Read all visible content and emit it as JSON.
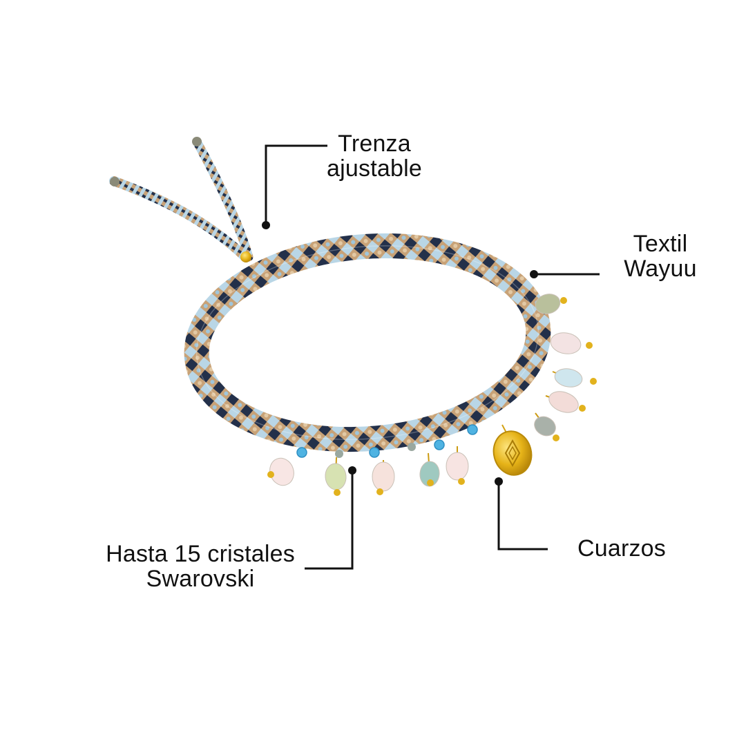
{
  "colors": {
    "background": "#ffffff",
    "text": "#111111",
    "leader_line": "#111111",
    "weave_navy": "#23304a",
    "weave_light_blue": "#b9d6e6",
    "weave_tan": "#c8a277",
    "gold": "#e2b21d",
    "swarovski_blue": "#4fb3e2"
  },
  "labels": {
    "trenza": {
      "line1": "Trenza",
      "line2": "ajustable"
    },
    "textil": {
      "line1": "Textil",
      "line2": "Wayuu"
    },
    "cuarzos": {
      "line1": "Cuarzos"
    },
    "hasta": {
      "line1": "Hasta 15 cristales",
      "line2": "Swarovski"
    }
  },
  "quartz_stones": [
    {
      "color": "#b9c09c"
    },
    {
      "color": "#f3e3e3"
    },
    {
      "color": "#cfe6ee"
    },
    {
      "color": "#f3dcd8"
    },
    {
      "color": "#a9b1a9"
    },
    {
      "color": "#f7e4e2"
    },
    {
      "color": "#9fc9c0"
    },
    {
      "color": "#f6e2dc"
    },
    {
      "color": "#d7e2b2"
    },
    {
      "color": "#f8e6e4"
    }
  ],
  "icons": {
    "bracelet": "wayuu-bracelet-illustration",
    "charm": "gold-medallion-icon",
    "leader_dot": "leader-dot"
  }
}
